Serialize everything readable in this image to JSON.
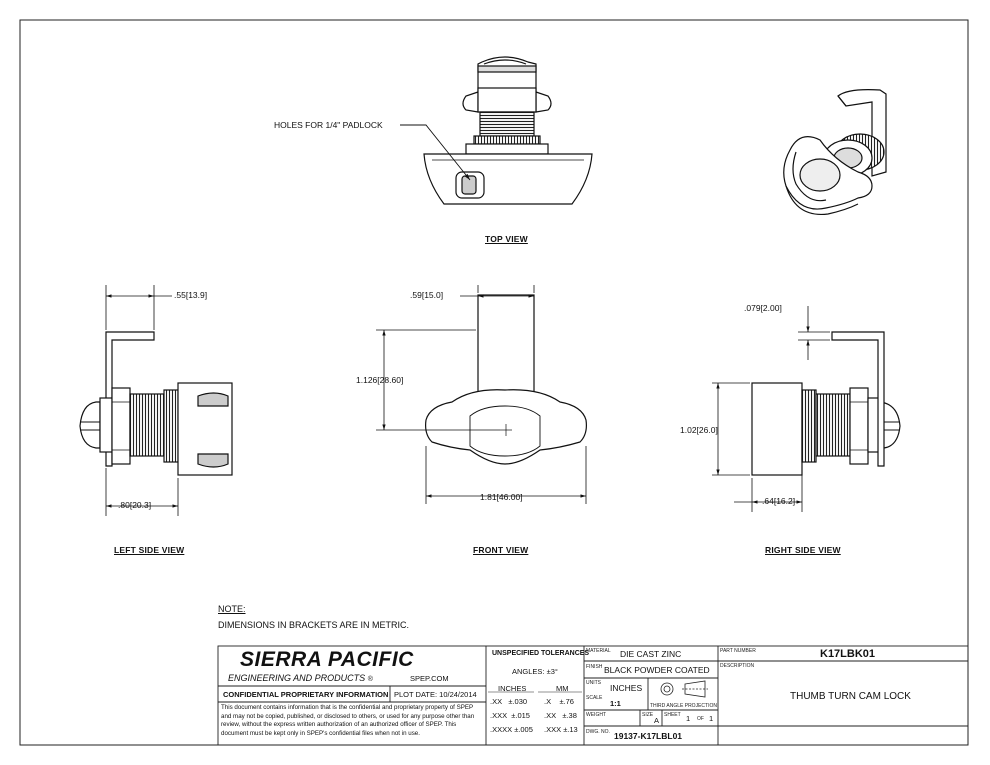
{
  "views": {
    "top": "TOP VIEW",
    "left": "LEFT SIDE VIEW",
    "front": "FRONT VIEW",
    "right": "RIGHT SIDE VIEW"
  },
  "callouts": {
    "padlock": "HOLES FOR 1/4\" PADLOCK"
  },
  "dimensions": {
    "left_top": ".55",
    "left_top_mm": "13.9",
    "left_bottom": ".80",
    "left_bottom_mm": "20.3",
    "front_top": ".59",
    "front_top_mm": "15.0",
    "front_height": "1.126",
    "front_height_mm": "28.60",
    "front_width": "1.81",
    "front_width_mm": "46.00",
    "right_thickness": ".079",
    "right_thickness_mm": "2.00",
    "right_height": "1.02",
    "right_height_mm": "26.0",
    "right_bottom": ".64",
    "right_bottom_mm": "16.2"
  },
  "note": {
    "heading": "NOTE:",
    "text": "DIMENSIONS IN BRACKETS ARE IN METRIC."
  },
  "title_block": {
    "company": "SIERRA PACIFIC",
    "company_sub": "ENGINEERING AND PRODUCTS",
    "registered": "®",
    "website": "SPEP.COM",
    "confidential_heading": "CONFIDENTIAL PROPRIETARY INFORMATION",
    "plot_date": "PLOT DATE: 10/24/2014",
    "confidential_text": "This document contains information that is the confidential and proprietary property of SPEP and may not be copied, published, or disclosed to others, or used for any purpose other than review, without the express written authorization of an authorized officer of SPEP. This document must be kept only in SPEP's confidential files when not in use.",
    "tolerances_heading": "UNSPECIFIED TOLERANCES",
    "angles": "ANGLES: ±3°",
    "inches_head": "INCHES",
    "mm_head": "MM",
    "tol_rows": [
      {
        "a": ".XX",
        "b": "±.030",
        "c": ".X",
        "d": "±.76"
      },
      {
        "a": ".XXX",
        "b": "±.015",
        "c": ".XX",
        "d": "±.38"
      },
      {
        "a": ".XXXX",
        "b": "±.005",
        "c": ".XXX",
        "d": "±.13"
      }
    ],
    "material_label": "MATERIAL",
    "material": "DIE CAST ZINC",
    "finish_label": "FINISH",
    "finish": "BLACK POWDER COATED",
    "units_label": "UNITS",
    "units": "INCHES",
    "scale_label": "SCALE",
    "scale": "1:1",
    "projection": "THIRD ANGLE PROJECTION",
    "weight_label": "WEIGHT",
    "size_label": "SIZE",
    "size": "A",
    "sheet_label": "SHEET",
    "sheet_num": "1",
    "of_label": "OF",
    "sheet_total": "1",
    "dwg_label": "DWG. NO.",
    "dwg_no": "19137-K17LBL01",
    "part_label": "PART NUMBER",
    "part_no": "K17LBK01",
    "desc_label": "DESCRIPTION",
    "description": "THUMB TURN CAM LOCK"
  }
}
